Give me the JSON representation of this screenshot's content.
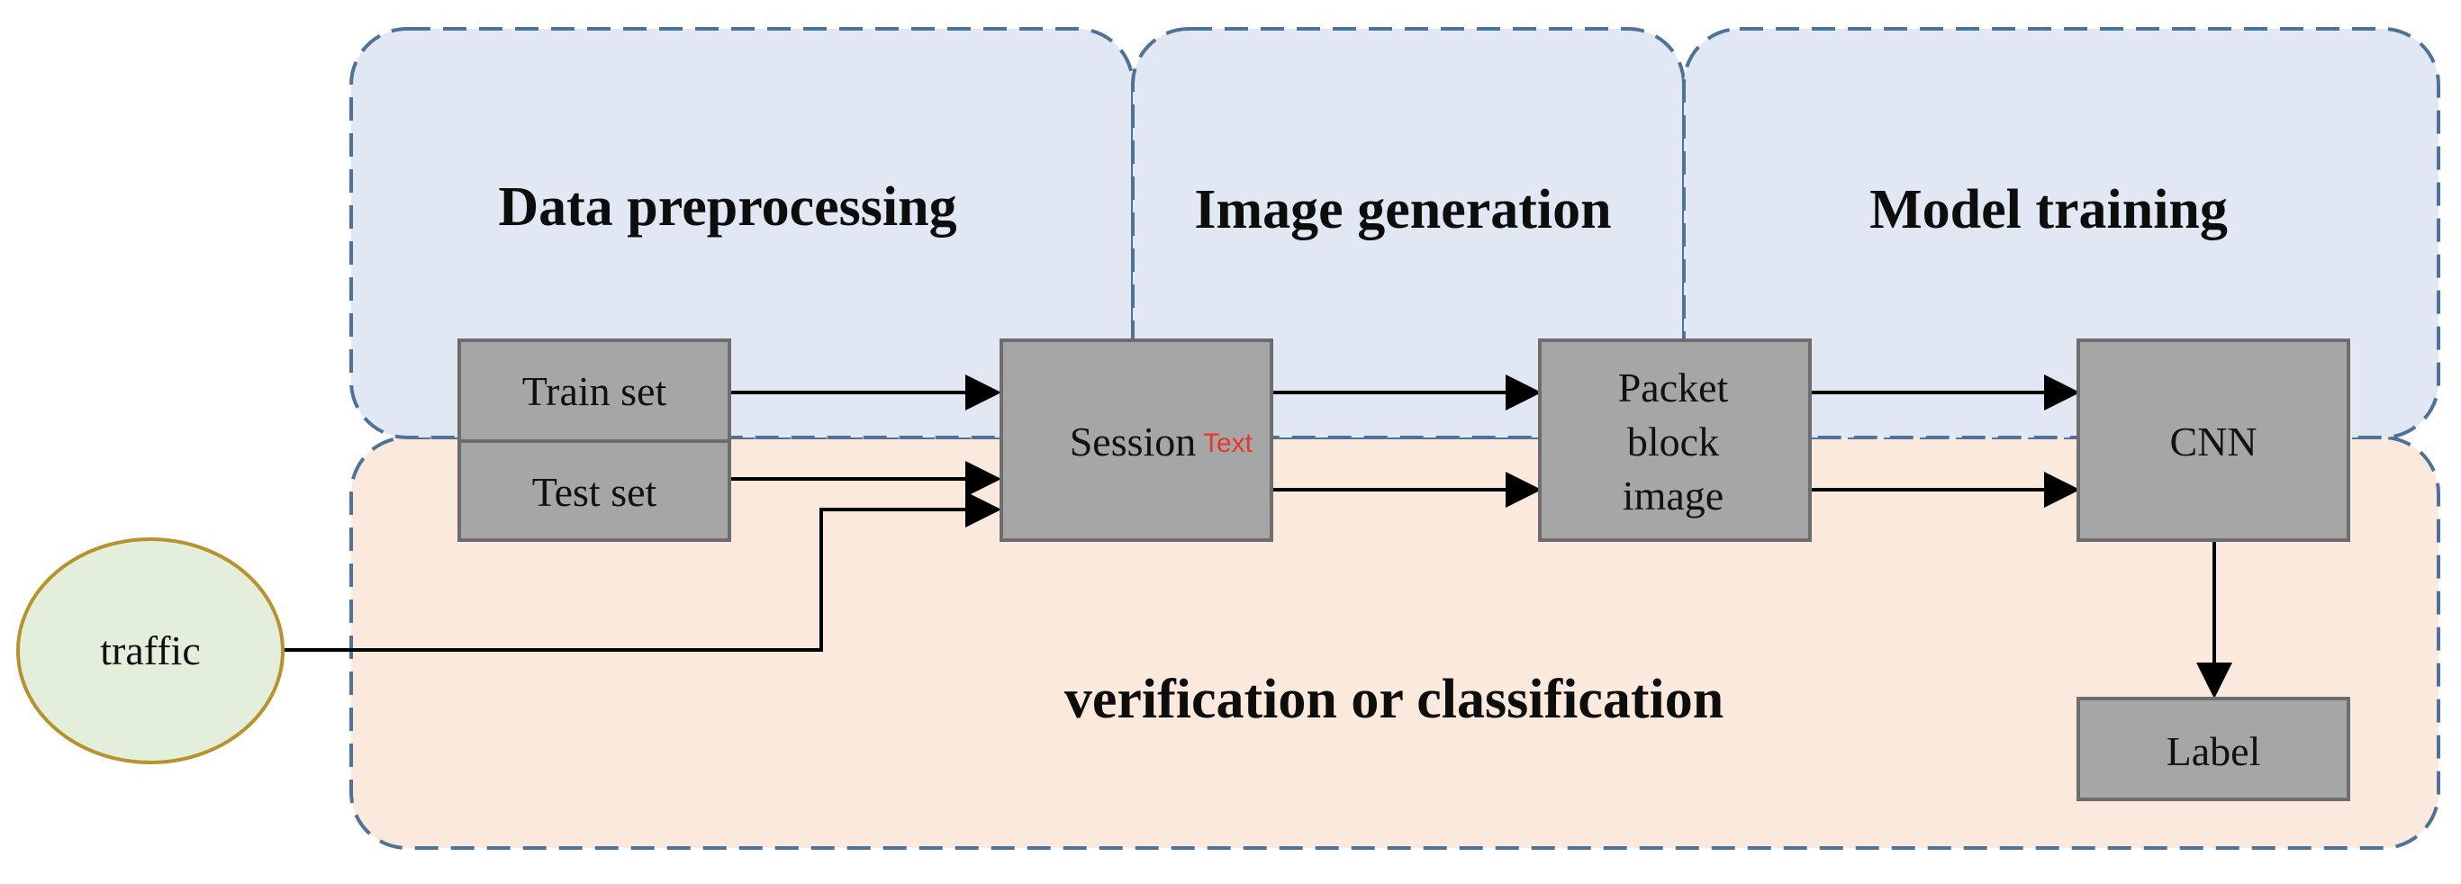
{
  "stages": {
    "preprocessing": "Data preprocessing",
    "generation": "Image generation",
    "training": "Model training",
    "verification": "verification or classification"
  },
  "nodes": {
    "train_set": "Train set",
    "test_set": "Test set",
    "session": "Session",
    "session_note": "Text",
    "packet": [
      "Packet",
      "block",
      "image"
    ],
    "cnn": "CNN",
    "label": "Label",
    "traffic": "traffic"
  },
  "colors": {
    "top_region_fill": "#e1e8f3",
    "bottom_region_fill": "#fce9de",
    "region_border": "#4f7398",
    "box_fill": "#a6a6a6",
    "box_border": "#6d6d6d",
    "traffic_fill": "#e3efdb",
    "traffic_border": "#b8922e",
    "note_text": "#e8372c",
    "arrow": "#000000"
  }
}
